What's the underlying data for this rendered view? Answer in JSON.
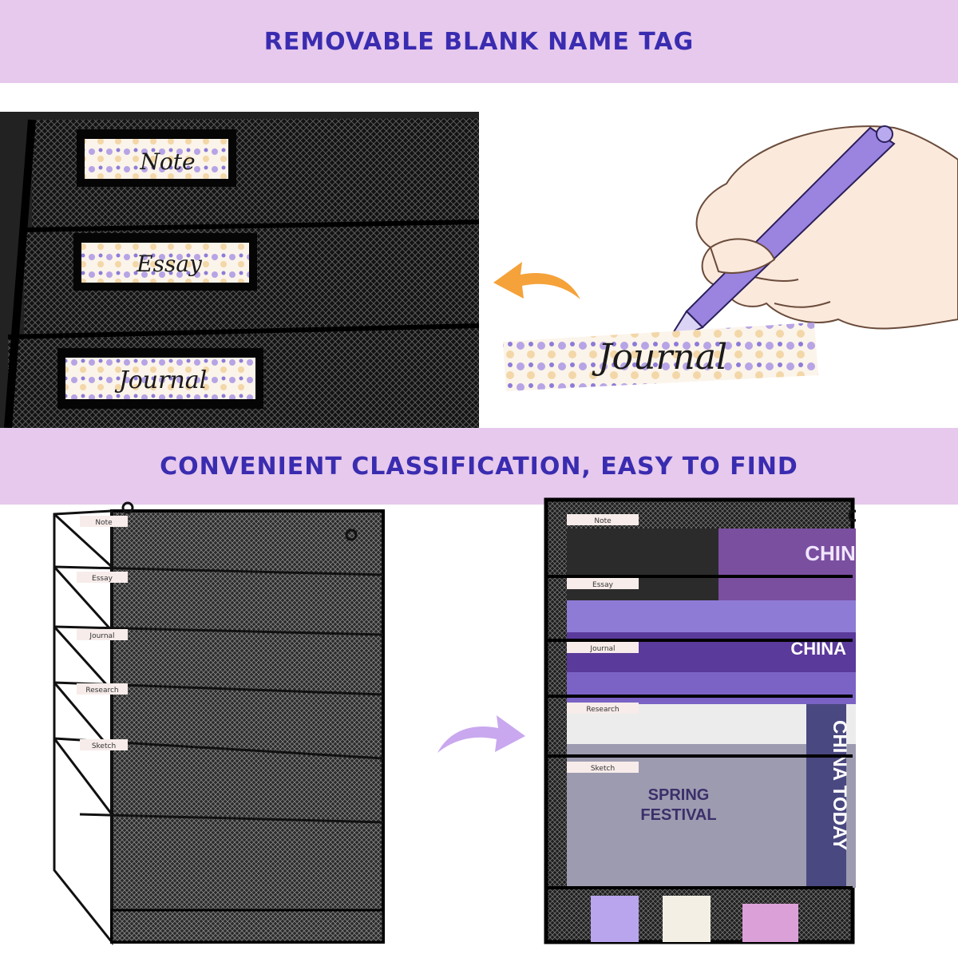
{
  "banners": {
    "top": "REMOVABLE BLANK NAME TAG",
    "middle": "CONVENIENT CLASSIFICATION, EASY TO FIND"
  },
  "closeup_tags": [
    "Note",
    "Essay",
    "Journal"
  ],
  "handwritten_tag": "Journal",
  "organizer_tags": [
    "Note",
    "Essay",
    "Journal",
    "Research",
    "Sketch"
  ],
  "book_spines": [
    "CHIN",
    "CHINA",
    "CHINA TODAY"
  ],
  "book_cover_words": [
    "SPRING",
    "FESTIVAL"
  ],
  "colors": {
    "banner_bg": "#e6c9ec",
    "banner_text": "#3a2cb0",
    "mesh": "#1b1b1b",
    "pen": "#9a84e0",
    "arrow_orange": "#f5a23a",
    "arrow_purple": "#c9a8ef"
  }
}
